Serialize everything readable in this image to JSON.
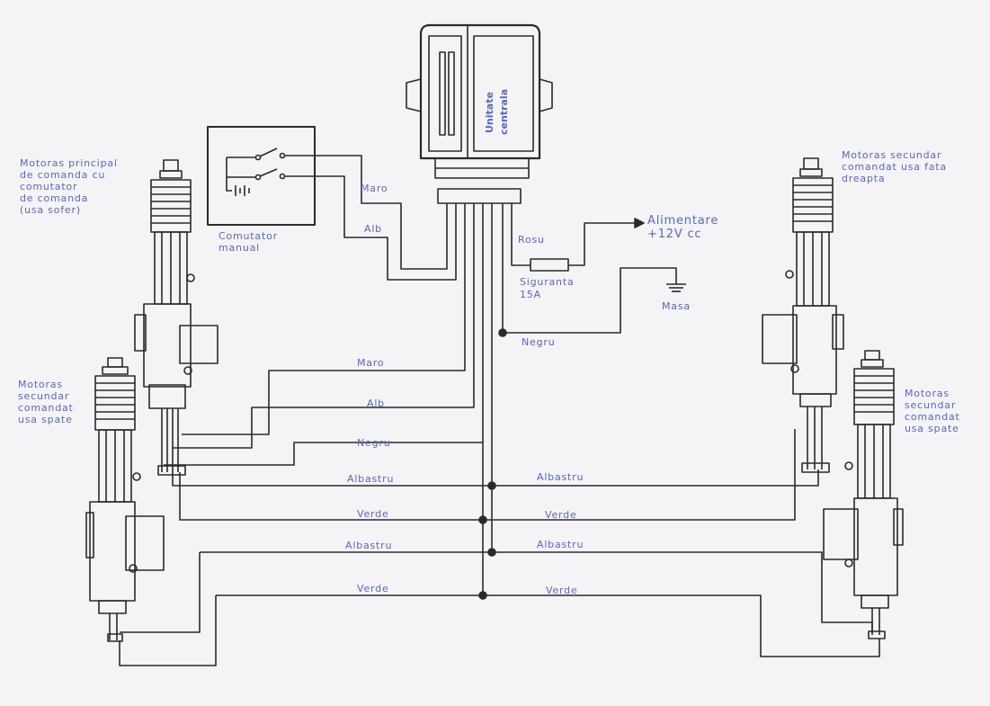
{
  "colors": {
    "ink": "#2a2a2e",
    "label": "#5b68b8",
    "paper": "#f4f3f6"
  },
  "labels": {
    "main_motor": "Motoras principal\nde comanda cu\ncomutator\nde comanda\n(usa sofer)",
    "rear_left_motor": "Motoras\nsecundar\ncomandat\nusa spate",
    "front_right_motor": "Motoras secundar\ncomandat usa fata\ndreapta",
    "rear_right_motor": "Motoras\nsecundar\ncomandat\nusa spate",
    "manual_switch": "Comutator\nmanual",
    "central_unit_line1": "Unitate",
    "central_unit_line2": "centrala",
    "power_supply": "Alimentare\n+12V cc",
    "fuse": "Siguranta\n15A",
    "ground": "Masa"
  },
  "wires": {
    "switch_brown": "Maro",
    "switch_white": "Alb",
    "red": "Rosu",
    "black_ground": "Negru",
    "main_brown": "Maro",
    "main_white": "Alb",
    "main_black": "Negru",
    "blue_left_1": "Albastru",
    "blue_right_1": "Albastru",
    "green_left_1": "Verde",
    "green_right_1": "Verde",
    "blue_left_2": "Albastru",
    "blue_right_2": "Albastru",
    "green_left_2": "Verde",
    "green_right_2": "Verde"
  }
}
